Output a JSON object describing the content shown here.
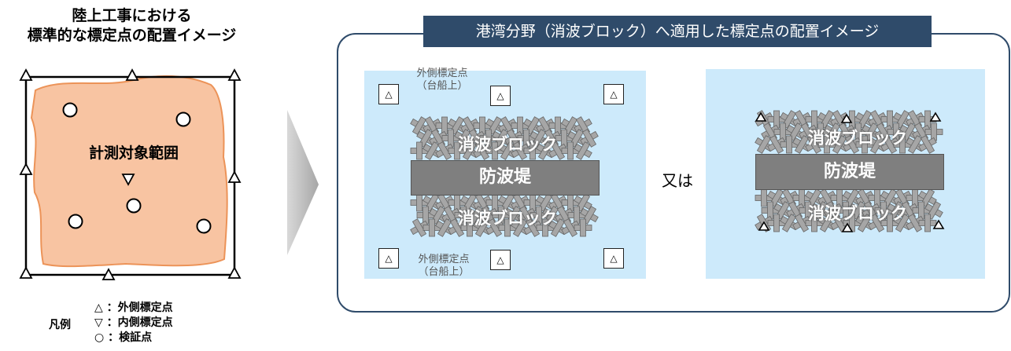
{
  "left_panel": {
    "title_line1": "陸上工事における",
    "title_line2": "標準的な標定点の配置イメージ",
    "area_label": "計測対象範囲",
    "legend": {
      "heading": "凡例",
      "items": [
        {
          "symbol": "△",
          "label": "：外側標定点"
        },
        {
          "symbol": "▽",
          "label": "：内側標定点"
        },
        {
          "symbol": "○",
          "label": "：検証点"
        }
      ]
    }
  },
  "right_panel": {
    "title": "港湾分野（消波ブロック）へ適用した標定点の配置イメージ",
    "outer_point_label_line1": "外側標定点",
    "outer_point_label_line2": "（台船上）",
    "block_label": "消波ブロック",
    "breakwater_label": "防波堤",
    "or_label": "又は",
    "marker_symbol": "△"
  },
  "colors": {
    "title_bg": "#2f4b6a",
    "panel_border": "#2f4b6a",
    "sea": "#cdeafb",
    "area_fill": "#f8c4a2",
    "area_stroke": "#ec9358",
    "breakwater": "#7f7f7f",
    "block": "#a6a6a6"
  }
}
